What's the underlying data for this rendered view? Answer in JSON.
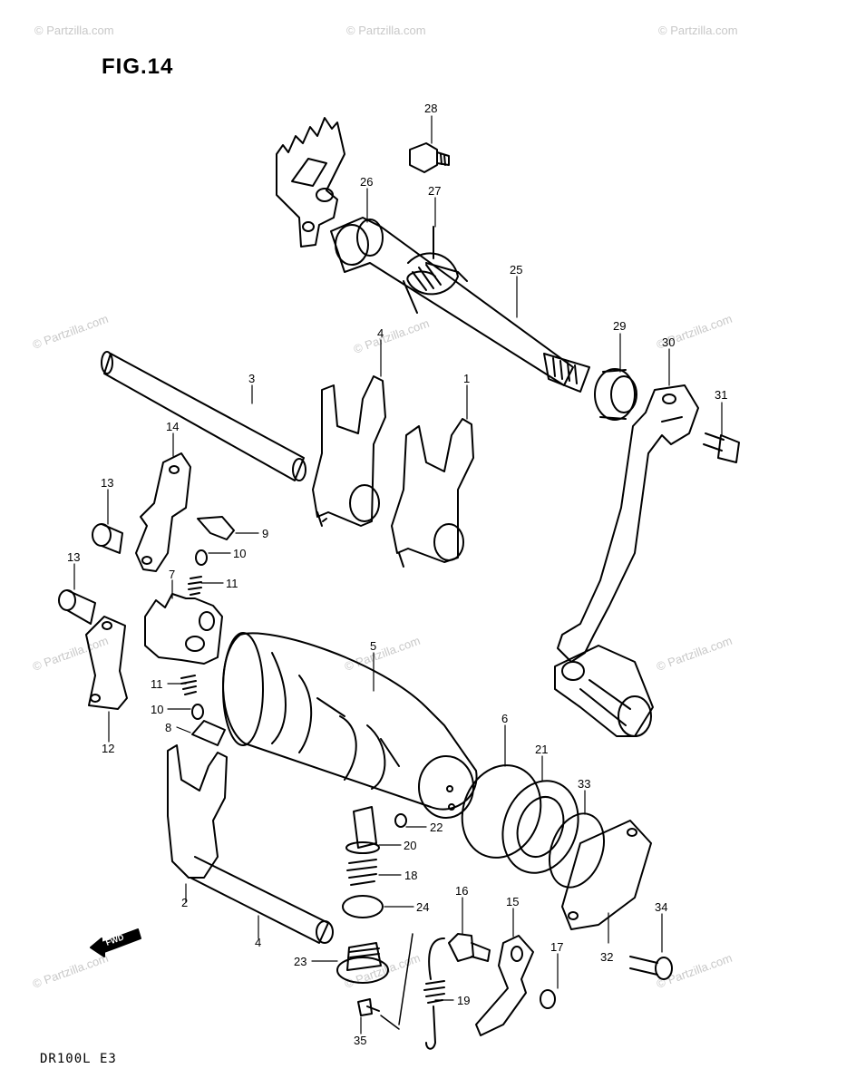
{
  "title": "FIG.14",
  "model": "DR100L E3",
  "corner_mark": "",
  "watermark": "© Partzilla.com",
  "colors": {
    "ink": "#000000",
    "watermark": "#c8c8c8",
    "paper": "#ffffff"
  },
  "callouts": [
    "28",
    "27",
    "26",
    "25",
    "29",
    "30",
    "31",
    "3",
    "4",
    "1",
    "14",
    "13",
    "9",
    "10",
    "11",
    "7",
    "13",
    "5",
    "11",
    "10",
    "8",
    "12",
    "6",
    "21",
    "33",
    "2",
    "20",
    "18",
    "22",
    "24",
    "16",
    "15",
    "17",
    "23",
    "34",
    "32",
    "19",
    "4",
    "35"
  ],
  "fwd_label": "FWD"
}
